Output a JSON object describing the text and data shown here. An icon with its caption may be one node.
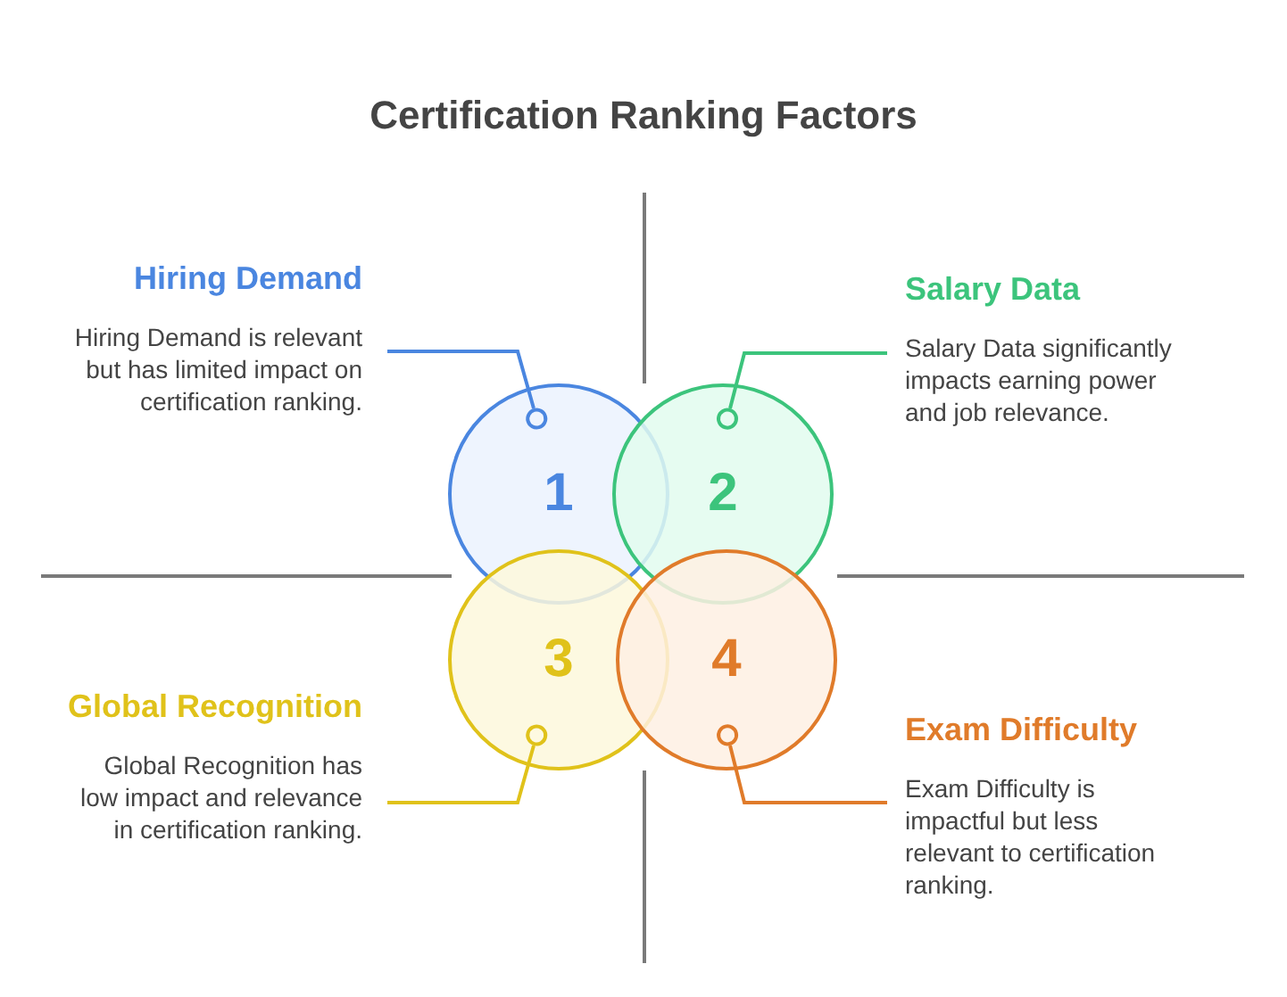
{
  "diagram": {
    "title": "Certification Ranking Factors",
    "nodes": [
      {
        "text": [
          "1"
        ]
      },
      {
        "text": [
          "2"
        ]
      },
      {
        "text": [
          "3"
        ]
      },
      {
        "text": [
          "4"
        ]
      },
      {
        "text": [
          "Hiring Demand",
          "Hiring Demand is relevant but has limited impact on certification ranking."
        ]
      },
      {
        "text": [
          "Salary Data",
          "Salary Data significantly impacts earning power and job relevance."
        ]
      },
      {
        "text": [
          "Global Recognition",
          "Global Recognition has low impact and relevance in certification ranking."
        ]
      },
      {
        "text": [
          "Exam Difficulty",
          "Exam Difficulty is impactful but less relevant to certification ranking."
        ]
      }
    ],
    "edges": [
      {
        "from": 4,
        "to": 0,
        "arrow": "other",
        "color": "#4a86e0"
      },
      {
        "from": 5,
        "to": 1,
        "arrow": "other",
        "color": "#3cc47c"
      },
      {
        "from": 6,
        "to": 2,
        "arrow": "other",
        "color": "#e0c21a"
      },
      {
        "from": 7,
        "to": 3,
        "arrow": "other",
        "color": "#e07b2a"
      }
    ]
  }
}
